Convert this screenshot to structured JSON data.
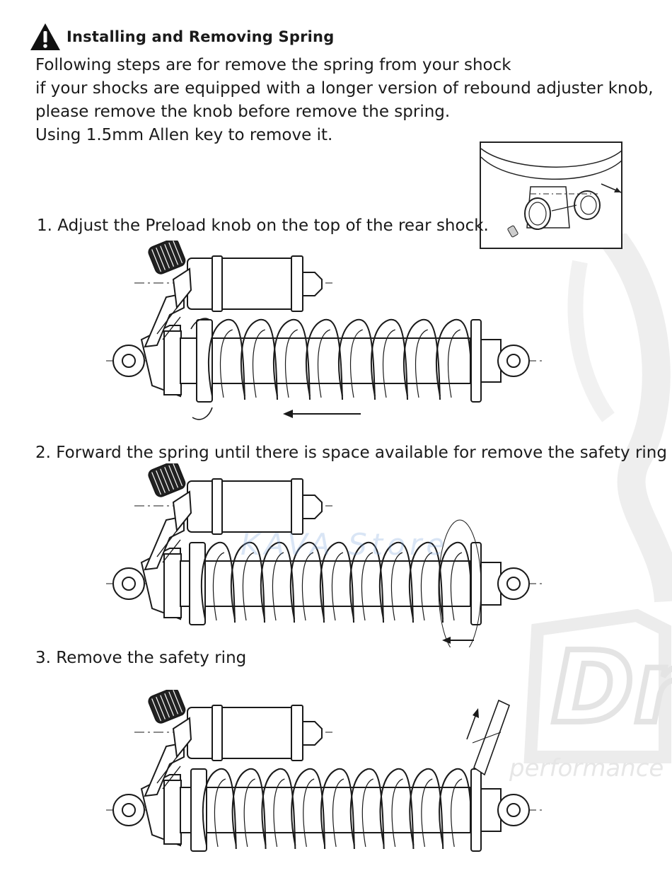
{
  "heading": {
    "icon": "warning-icon",
    "title": "Installing and Removing Spring"
  },
  "intro": [
    "Following steps are for remove the spring from your shock",
    "if your shocks are equipped with a longer version of rebound adjuster knob,",
    "please remove the knob before remove the spring.",
    "Using 1.5mm Allen key to remove it."
  ],
  "steps": [
    "1. Adjust the Preload knob on the top of the rear shock.",
    "2. Forward the spring until there is space available for remove the safety ring",
    "3. Remove the safety ring"
  ],
  "watermarks": {
    "store": "KAVA Store",
    "brand_tag": "performance"
  },
  "colors": {
    "ink": "#1a1a1a",
    "watermark": "#e6e6e6"
  }
}
